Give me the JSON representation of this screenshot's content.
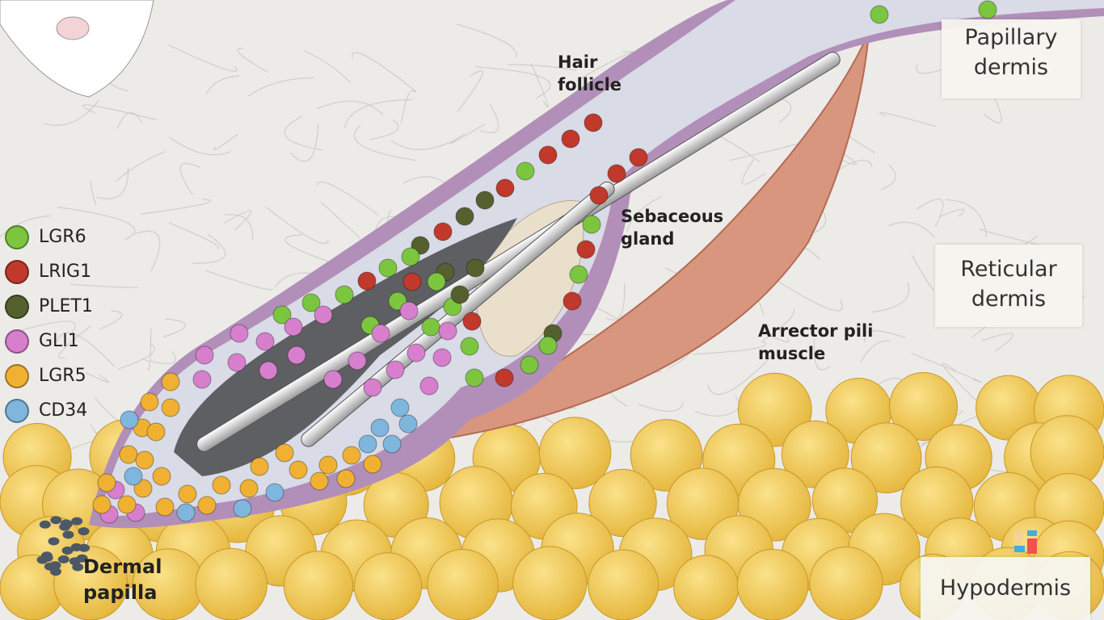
{
  "labels": {
    "hair_follicle": [
      "Hair",
      "follicle"
    ],
    "sebaceous_gland": [
      "Sebaceous",
      "gland"
    ],
    "arrector_pili": [
      "Arrector pili",
      "muscle"
    ],
    "dermal_papilla": [
      "Dermal",
      "papilla"
    ]
  },
  "layers": {
    "papillary": [
      "Papillary",
      "dermis"
    ],
    "reticular": [
      "Reticular",
      "dermis"
    ],
    "hypodermis": "Hypodermis"
  },
  "legend": [
    {
      "label": "LGR6",
      "color": "#7cc63f"
    },
    {
      "label": "LRIG1",
      "color": "#c0392b"
    },
    {
      "label": "PLET1",
      "color": "#55602f"
    },
    {
      "label": "GLI1",
      "color": "#d77fcd"
    },
    {
      "label": "LGR5",
      "color": "#f0b133"
    },
    {
      "label": "CD34",
      "color": "#7fb6dd"
    }
  ]
}
